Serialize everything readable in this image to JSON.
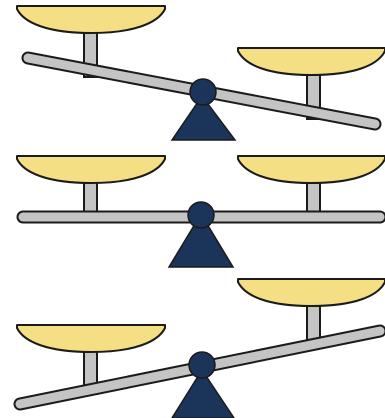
{
  "colors": {
    "background": "#ffffff",
    "pan_fill": "#f5df84",
    "beam_fill": "#c4c4c4",
    "post_fill": "#c4c4c4",
    "fulcrum_fill": "#1b3459",
    "outline": "#1b1b1b"
  },
  "scales": [
    {
      "name": "scale-left-heavy",
      "state": "left side lower"
    },
    {
      "name": "scale-balanced",
      "state": "level"
    },
    {
      "name": "scale-right-heavy",
      "state": "right side lower"
    }
  ]
}
